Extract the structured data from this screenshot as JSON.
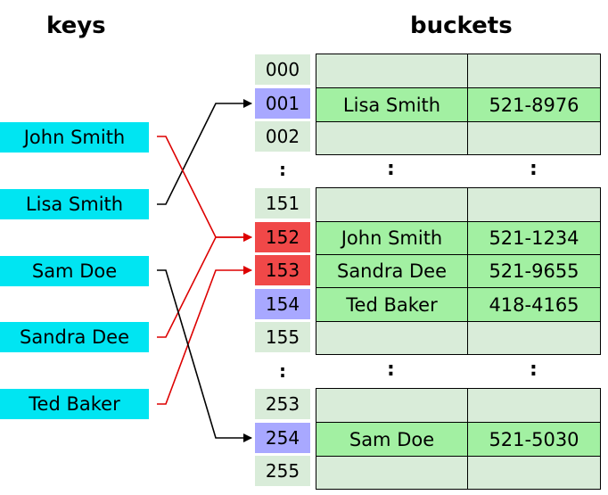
{
  "headings": {
    "keys": "keys",
    "buckets": "buckets"
  },
  "keys": [
    "John Smith",
    "Lisa Smith",
    "Sam Doe",
    "Sandra Dee",
    "Ted Baker"
  ],
  "indices": [
    "000",
    "001",
    "002",
    ":",
    "151",
    "152",
    "153",
    "154",
    "155",
    ":",
    "253",
    "254",
    "255"
  ],
  "index_states": [
    "plain",
    "single",
    "plain",
    "dots",
    "plain",
    "collide",
    "collide",
    "single",
    "plain",
    "dots",
    "plain",
    "single",
    "plain"
  ],
  "dots": ":",
  "buckets": {
    "group1": [
      {
        "name": "",
        "phone": ""
      },
      {
        "name": "Lisa Smith",
        "phone": "521-8976"
      },
      {
        "name": "",
        "phone": ""
      }
    ],
    "group2": [
      {
        "name": "",
        "phone": ""
      },
      {
        "name": "John Smith",
        "phone": "521-1234"
      },
      {
        "name": "Sandra Dee",
        "phone": "521-9655"
      },
      {
        "name": "Ted Baker",
        "phone": "418-4165"
      },
      {
        "name": "",
        "phone": ""
      }
    ],
    "group3": [
      {
        "name": "",
        "phone": ""
      },
      {
        "name": "Sam Doe",
        "phone": "521-5030"
      },
      {
        "name": "",
        "phone": ""
      }
    ]
  },
  "colors": {
    "key_bg": "#00e5f2",
    "index_plain": "#d9ecd9",
    "index_single": "#a8a8ff",
    "index_collision": "#f04848",
    "bucket_empty": "#d9ecd9",
    "bucket_filled": "#a2f0a2",
    "arrow_direct": "#000000",
    "arrow_collision": "#dd0000"
  }
}
